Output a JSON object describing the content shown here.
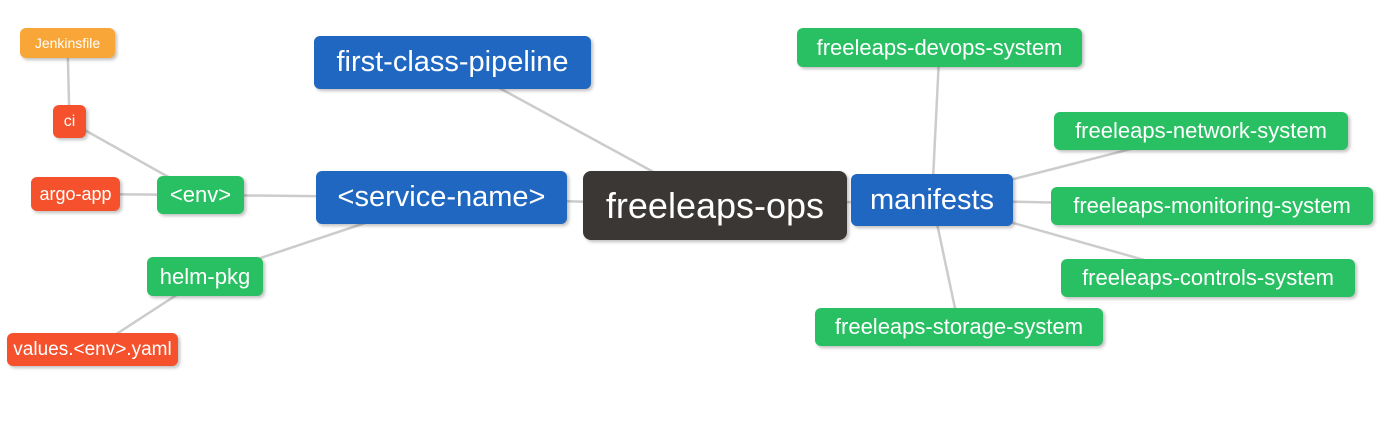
{
  "palette": {
    "blue": "#2067c1",
    "green": "#29c063",
    "red": "#f4512c",
    "orange": "#f9a638",
    "dark": "#3b3735",
    "edge": "#cccccc",
    "canvas": "#ffffff",
    "text": "#ffffff"
  },
  "diagram": {
    "type": "mindmap",
    "root": "freeleapsOps",
    "nodes": {
      "freeleapsOps": {
        "label": "freeleaps-ops",
        "color": "dark"
      },
      "firstClassPipeline": {
        "label": "first-class-pipeline",
        "color": "blue"
      },
      "serviceName": {
        "label": "<service-name>",
        "color": "blue"
      },
      "manifests": {
        "label": "manifests",
        "color": "blue"
      },
      "env": {
        "label": "<env>",
        "color": "green"
      },
      "helmPkg": {
        "label": "helm-pkg",
        "color": "green"
      },
      "ci": {
        "label": "ci",
        "color": "red"
      },
      "argoApp": {
        "label": "argo-app",
        "color": "red"
      },
      "jenkinsfile": {
        "label": "Jenkinsfile",
        "color": "orange"
      },
      "valuesEnvYaml": {
        "label": "values.<env>.yaml",
        "color": "red"
      },
      "devopsSystem": {
        "label": "freeleaps-devops-system",
        "color": "green"
      },
      "networkSystem": {
        "label": "freeleaps-network-system",
        "color": "green"
      },
      "monitoringSystem": {
        "label": "freeleaps-monitoring-system",
        "color": "green"
      },
      "controlsSystem": {
        "label": "freeleaps-controls-system",
        "color": "green"
      },
      "storageSystem": {
        "label": "freeleaps-storage-system",
        "color": "green"
      }
    },
    "edges": [
      [
        "jenkinsfile",
        "ci"
      ],
      [
        "ci",
        "env"
      ],
      [
        "argoApp",
        "env"
      ],
      [
        "env",
        "serviceName"
      ],
      [
        "helmPkg",
        "serviceName"
      ],
      [
        "valuesEnvYaml",
        "helmPkg"
      ],
      [
        "firstClassPipeline",
        "freeleapsOps"
      ],
      [
        "serviceName",
        "freeleapsOps"
      ],
      [
        "freeleapsOps",
        "manifests"
      ],
      [
        "manifests",
        "devopsSystem"
      ],
      [
        "manifests",
        "networkSystem"
      ],
      [
        "manifests",
        "monitoringSystem"
      ],
      [
        "manifests",
        "controlsSystem"
      ],
      [
        "manifests",
        "storageSystem"
      ]
    ]
  }
}
